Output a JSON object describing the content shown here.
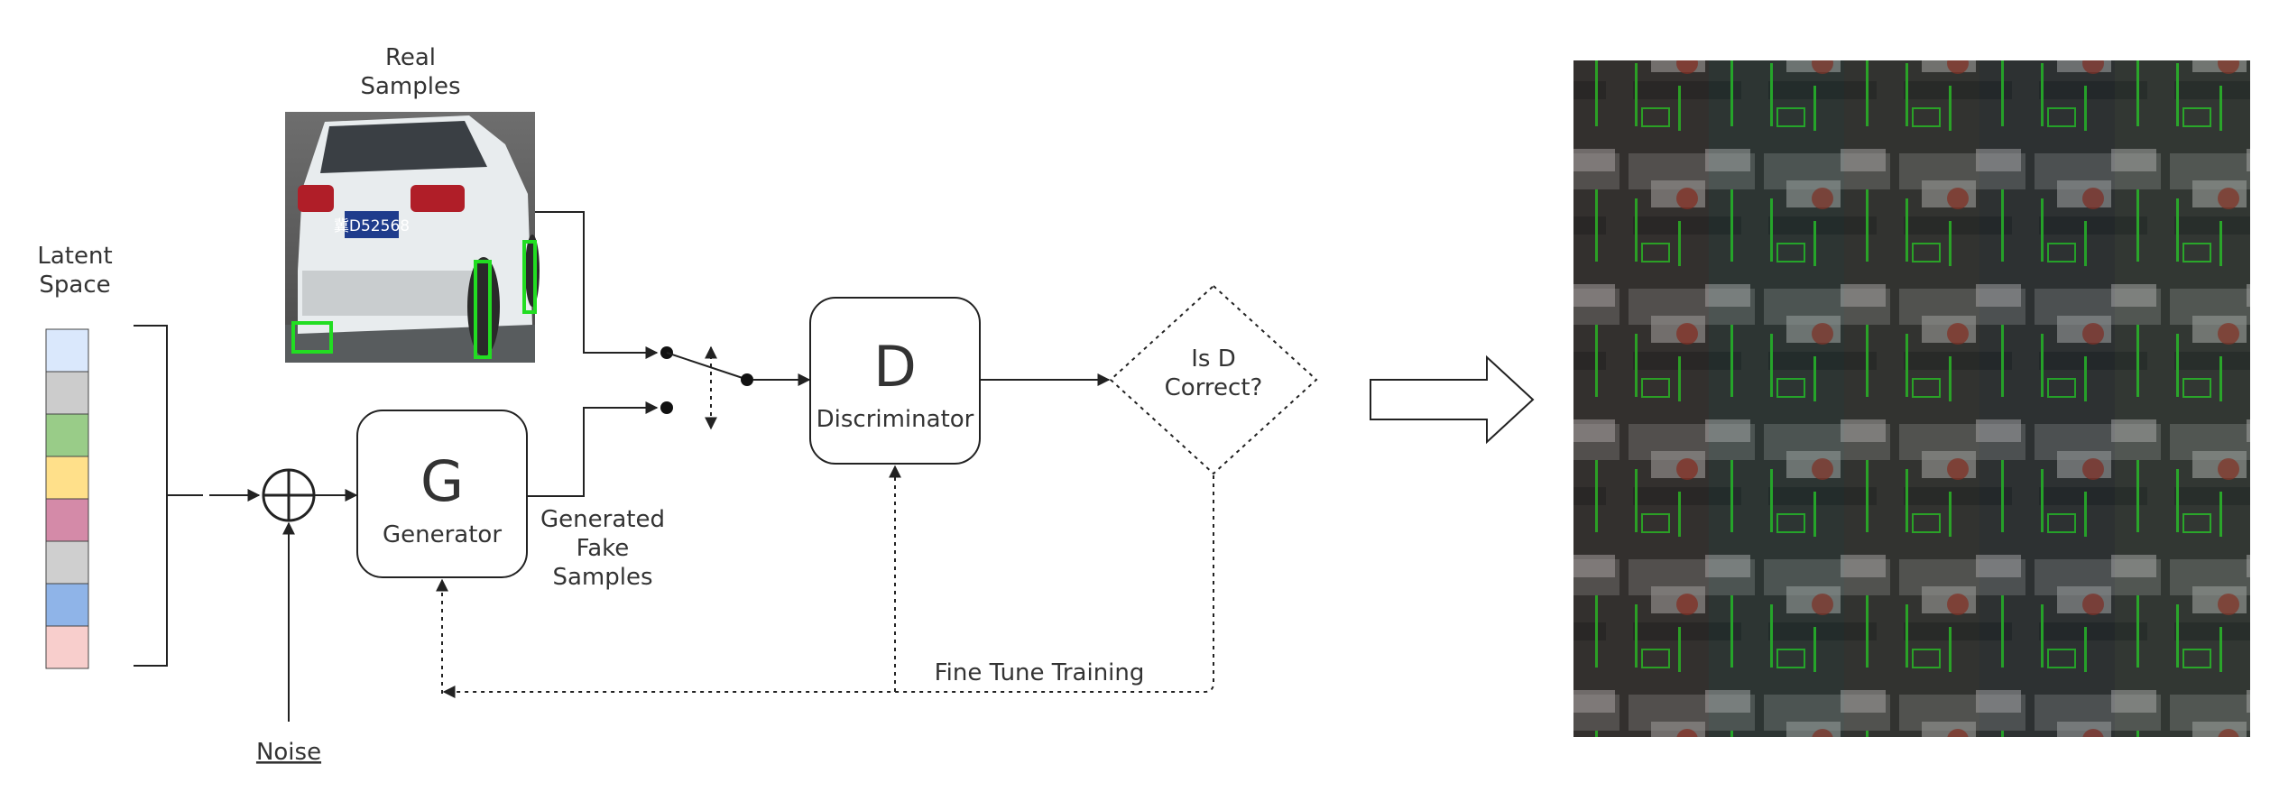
{
  "real_samples": {
    "line1": "Real",
    "line2": "Samples",
    "plate_text": "冀D52568"
  },
  "latent_space": {
    "line1": "Latent",
    "line2": "Space",
    "colors": [
      "#dae8fc",
      "#cccccc",
      "#99cc88",
      "#ffe08a",
      "#d48aa8",
      "#cfcfcf",
      "#8fb4e8",
      "#f8cecc"
    ]
  },
  "generator": {
    "letter": "G",
    "label": "Generator"
  },
  "discriminator": {
    "letter": "D",
    "label": "Discriminator"
  },
  "decision": {
    "line1": "Is D",
    "line2": "Correct?"
  },
  "generated": {
    "line1": "Generated",
    "line2": "Fake",
    "line3": "Samples"
  },
  "noise_label": "Noise",
  "feedback_label": "Fine Tune Training",
  "colors": {
    "stroke": "#222222",
    "text": "#333333",
    "highlight_box": "#22dd22"
  }
}
